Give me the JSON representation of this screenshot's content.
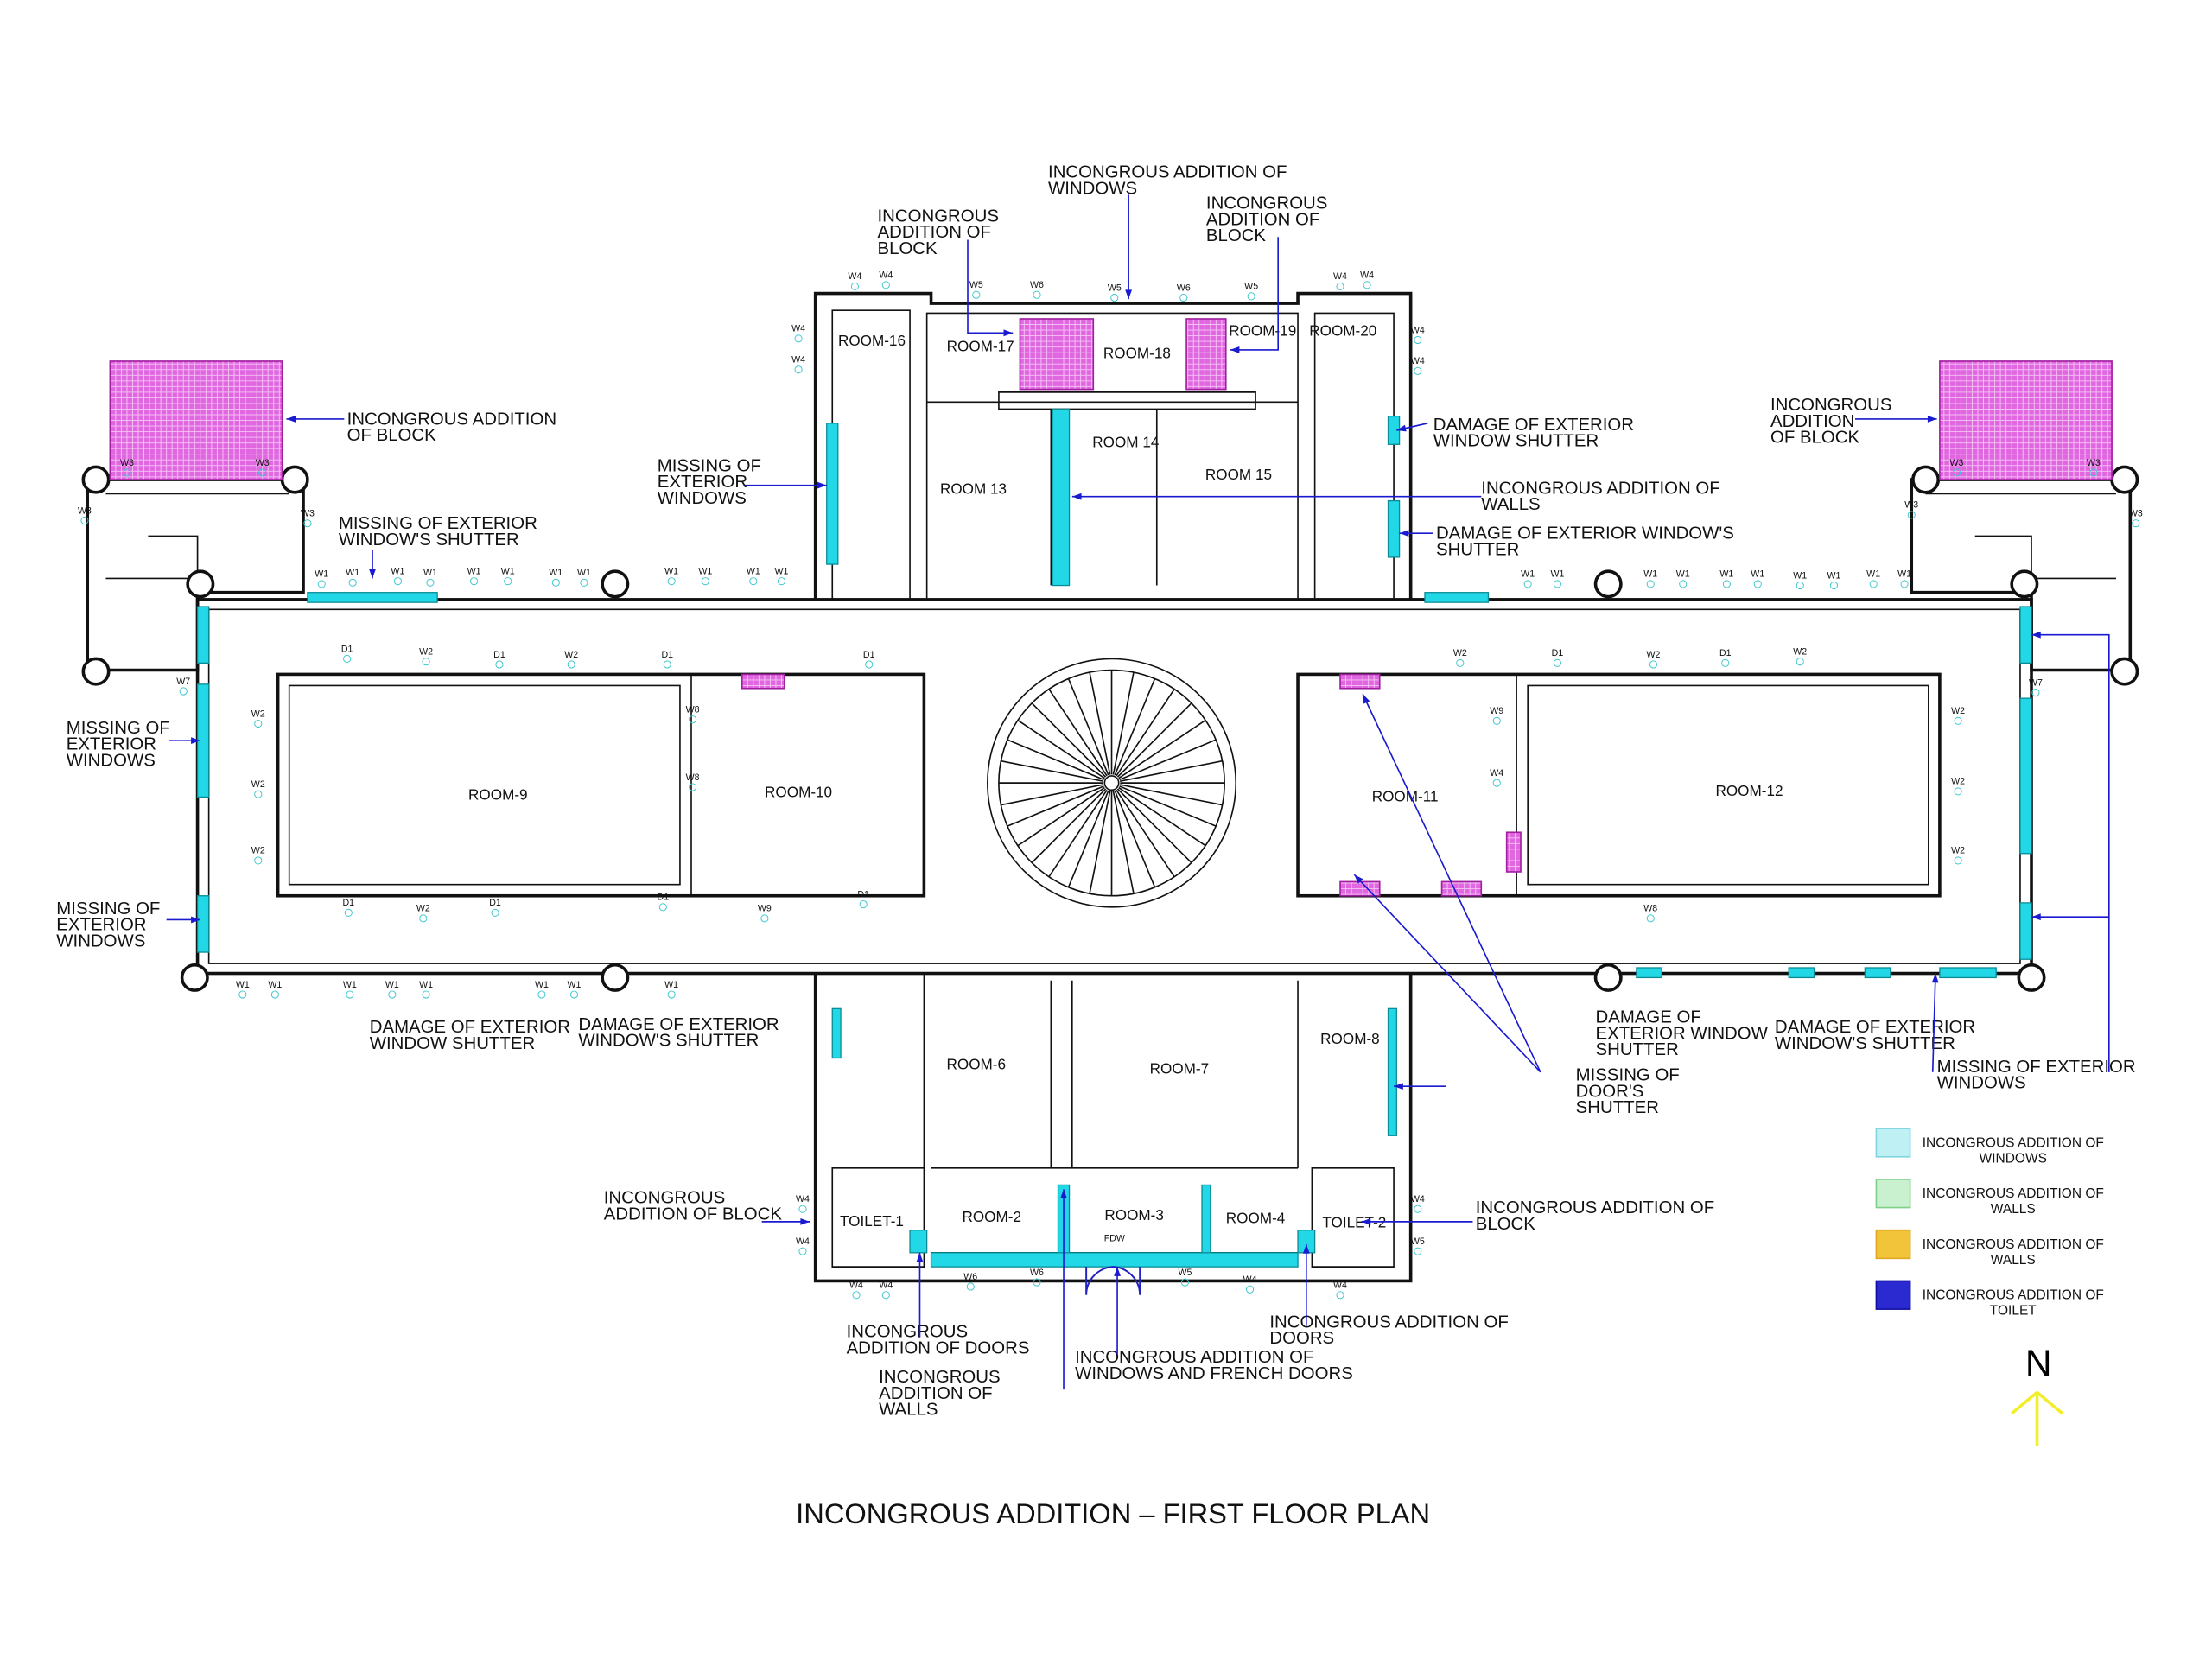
{
  "title": "INCONGROUS ADDITION – FIRST FLOOR PLAN",
  "north_label": "N",
  "colors": {
    "addition_block": "#d63fd6",
    "addition_windows": "#22d8e6",
    "leader": "#1a1ad0",
    "north_arrow": "#f2ee2a"
  },
  "rooms": [
    "ROOM-16",
    "ROOM-17",
    "ROOM-18",
    "ROOM-19",
    "ROOM-20",
    "ROOM 13",
    "ROOM 14",
    "ROOM 15",
    "ROOM-9",
    "ROOM-10",
    "ROOM-11",
    "ROOM-12",
    "ROOM-6",
    "ROOM-7",
    "ROOM-8",
    "TOILET-1",
    "ROOM-2",
    "ROOM-3",
    "ROOM-4",
    "TOILET-2",
    "FDW"
  ],
  "annotations": [
    {
      "lines": [
        "INCONGROUS ADDITION OF",
        "WINDOWS"
      ]
    },
    {
      "lines": [
        "INCONGROUS",
        "ADDITION OF",
        "BLOCK"
      ]
    },
    {
      "lines": [
        "INCONGROUS",
        "ADDITION OF",
        "BLOCK"
      ]
    },
    {
      "lines": [
        "INCONGROUS ADDITION",
        "OF BLOCK"
      ]
    },
    {
      "lines": [
        "INCONGROUS",
        "ADDITION",
        "OF BLOCK"
      ]
    },
    {
      "lines": [
        "MISSING OF",
        "EXTERIOR",
        "WINDOWS"
      ]
    },
    {
      "lines": [
        "MISSING OF EXTERIOR",
        "WINDOW'S SHUTTER"
      ]
    },
    {
      "lines": [
        "DAMAGE OF EXTERIOR",
        "WINDOW SHUTTER"
      ]
    },
    {
      "lines": [
        "INCONGROUS ADDITION OF",
        "WALLS"
      ]
    },
    {
      "lines": [
        "DAMAGE OF EXTERIOR WINDOW'S",
        "SHUTTER"
      ]
    },
    {
      "lines": [
        "MISSING OF",
        "EXTERIOR",
        "WINDOWS"
      ]
    },
    {
      "lines": [
        "MISSING OF",
        "EXTERIOR",
        "WINDOWS"
      ]
    },
    {
      "lines": [
        "DAMAGE OF EXTERIOR",
        "WINDOW SHUTTER"
      ]
    },
    {
      "lines": [
        "DAMAGE OF EXTERIOR",
        "WINDOW'S SHUTTER"
      ]
    },
    {
      "lines": [
        "DAMAGE OF",
        "EXTERIOR WINDOW",
        "SHUTTER"
      ]
    },
    {
      "lines": [
        "DAMAGE OF EXTERIOR",
        "WINDOW'S SHUTTER"
      ]
    },
    {
      "lines": [
        "MISSING OF EXTERIOR",
        "WINDOWS"
      ]
    },
    {
      "lines": [
        "MISSING OF",
        "DOOR'S",
        "SHUTTER"
      ]
    },
    {
      "lines": [
        "INCONGROUS",
        "ADDITION OF BLOCK"
      ]
    },
    {
      "lines": [
        "INCONGROUS ADDITION OF",
        "BLOCK"
      ]
    },
    {
      "lines": [
        "INCONGROUS",
        "ADDITION OF  DOORS"
      ]
    },
    {
      "lines": [
        "INCONGROUS",
        "ADDITION OF",
        "WALLS"
      ]
    },
    {
      "lines": [
        "INCONGROUS ADDITION OF",
        "WINDOWS AND FRENCH DOORS"
      ]
    },
    {
      "lines": [
        "INCONGROUS ADDITION OF",
        "DOORS"
      ]
    }
  ],
  "window_tags": [
    "W4",
    "W4",
    "W5",
    "W6",
    "W5",
    "W6",
    "W5",
    "W4",
    "W4",
    "W4",
    "W4",
    "W4",
    "W4",
    "W1",
    "W1",
    "W1",
    "W1",
    "W1",
    "W1",
    "W1",
    "W1",
    "W1",
    "W1",
    "W1",
    "W1",
    "W1",
    "W1",
    "W1",
    "W1",
    "W1",
    "W1",
    "W1",
    "W1",
    "W1",
    "W1",
    "W1",
    "W1",
    "W1",
    "W1",
    "W1",
    "W1",
    "W1",
    "W1",
    "W3",
    "W3",
    "W3",
    "W3",
    "W3",
    "W3",
    "W3",
    "W3",
    "W7",
    "W7",
    "D1",
    "D1",
    "D1",
    "D1",
    "D1",
    "D1",
    "D1",
    "D1",
    "D1",
    "D1",
    "W2",
    "W2",
    "W2",
    "W2",
    "W2",
    "W2",
    "W2",
    "W2",
    "W2",
    "W2",
    "W2",
    "W2",
    "W8",
    "W8",
    "W8",
    "W9",
    "W9",
    "W4",
    "W4",
    "W4",
    "W4",
    "W5",
    "W6",
    "W6",
    "W5",
    "W4",
    "W4",
    "W4",
    "W4"
  ],
  "legend": [
    {
      "lines": [
        "INCONGROUS ADDITION OF",
        "WINDOWS"
      ],
      "color": "#bff0f4",
      "stroke": "#7fd6e0"
    },
    {
      "lines": [
        "INCONGROUS ADDITION OF",
        "WALLS"
      ],
      "color": "#c9f0cf",
      "stroke": "#7fd08a"
    },
    {
      "lines": [
        "INCONGROUS ADDITION OF",
        "WALLS"
      ],
      "color": "#f2c43a",
      "stroke": "#e0a820"
    },
    {
      "lines": [
        "INCONGROUS ADDITION OF",
        "TOILET"
      ],
      "color": "#2a2ad0",
      "stroke": "#1010a0"
    }
  ]
}
